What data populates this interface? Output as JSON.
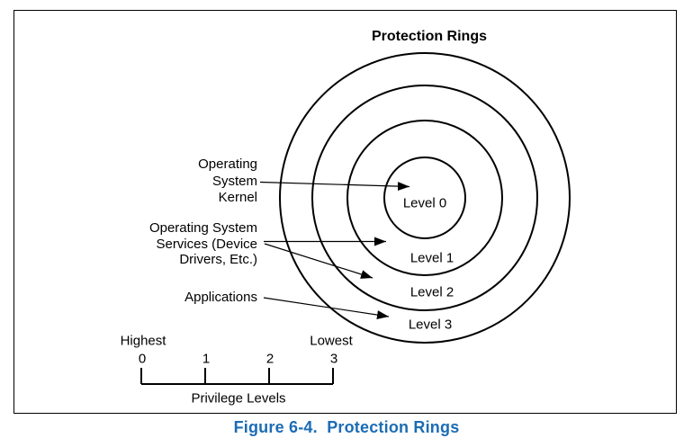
{
  "figure": {
    "title": "Protection Rings",
    "levels": [
      "Level 0",
      "Level 1",
      "Level 2",
      "Level 3"
    ],
    "annotations": {
      "kernel": [
        "Operating",
        "System",
        "Kernel"
      ],
      "services": [
        "Operating System",
        "Services (Device",
        "Drivers, Etc.)"
      ],
      "applications": [
        "Applications"
      ]
    },
    "scale": {
      "high": "Highest",
      "low": "Lowest",
      "ticks": [
        "0",
        "1",
        "2",
        "3"
      ],
      "label": "Privilege Levels"
    },
    "caption": "Figure 6-4.  Protection Rings",
    "colors": {
      "ink": "#000000",
      "caption_blue": "#1b6cb5",
      "background": "#ffffff"
    }
  }
}
